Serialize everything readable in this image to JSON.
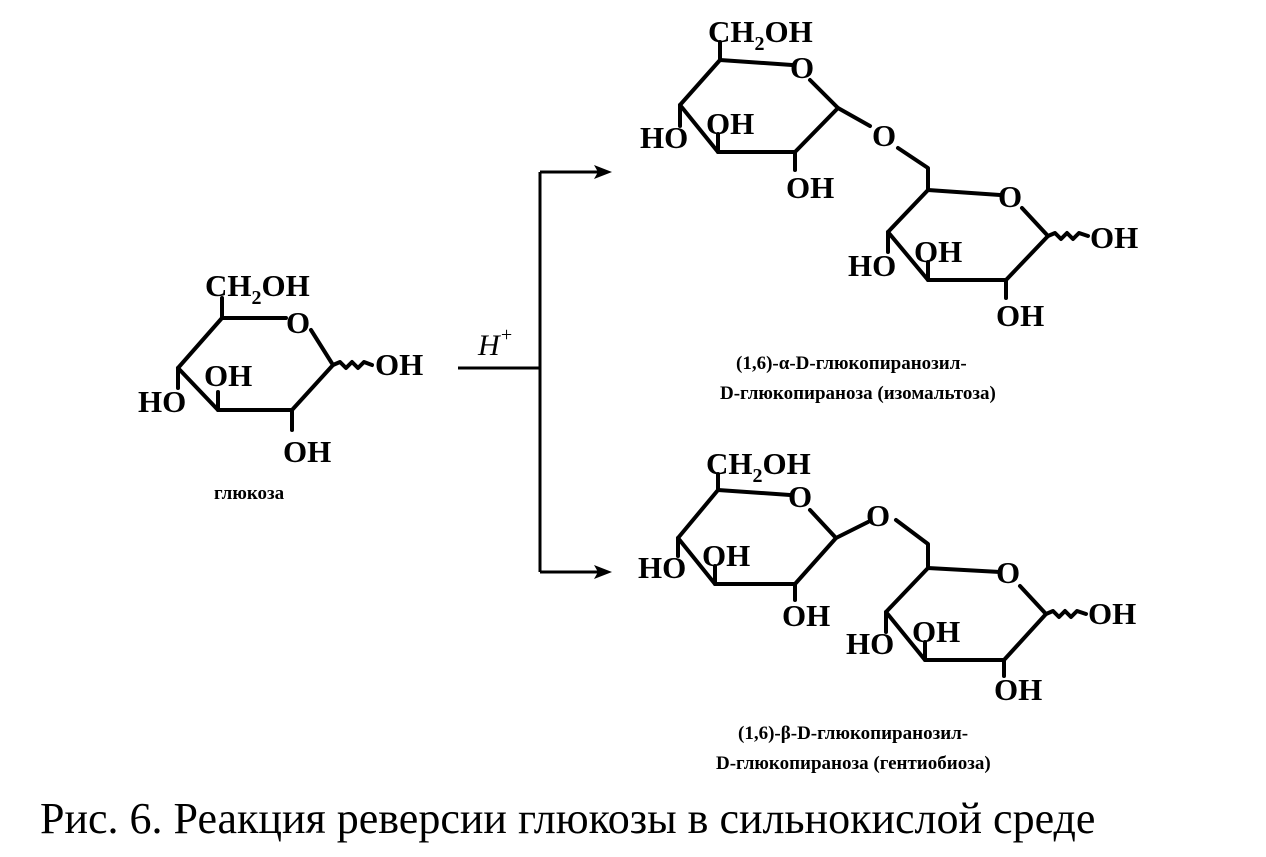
{
  "reactant": {
    "substituents": {
      "ch2oh": [
        "CH",
        "2",
        "OH"
      ],
      "o_ring": "O",
      "oh_anomeric": "OH",
      "oh3": "OH",
      "oh4": "HO",
      "oh2": "OH"
    },
    "caption": "глюкоза"
  },
  "catalyst": {
    "base": "H",
    "sup": "+"
  },
  "product_alpha": {
    "ring1": {
      "ch2oh": [
        "CH",
        "2",
        "OH"
      ],
      "o_ring": "O",
      "oh3": "OH",
      "oh4": "HO",
      "oh2": "OH"
    },
    "bridge_o": "O",
    "ring2": {
      "o_ring": "O",
      "oh_anomeric": "OH",
      "oh3": "OH",
      "oh4": "HO",
      "oh2": "OH"
    },
    "caption_line1": "(1,6)-α-D-глюкопиранозил-",
    "caption_line2": "D-глюкопираноза (изомальтоза)"
  },
  "product_beta": {
    "ring1": {
      "ch2oh": [
        "CH",
        "2",
        "OH"
      ],
      "o_ring": "O",
      "oh3": "OH",
      "oh4": "HO",
      "oh2": "OH"
    },
    "bridge_o": "O",
    "ring2": {
      "o_ring": "O",
      "oh_anomeric": "OH",
      "oh3": "OH",
      "oh4": "HO",
      "oh2": "OH"
    },
    "caption_line1": "(1,6)-β-D-глюкопиранозил-",
    "caption_line2": "D-глюкопираноза (гентиобиоза)"
  },
  "figure_caption": "Рис. 6. Реакция реверсии глюкозы в сильнокислой среде"
}
